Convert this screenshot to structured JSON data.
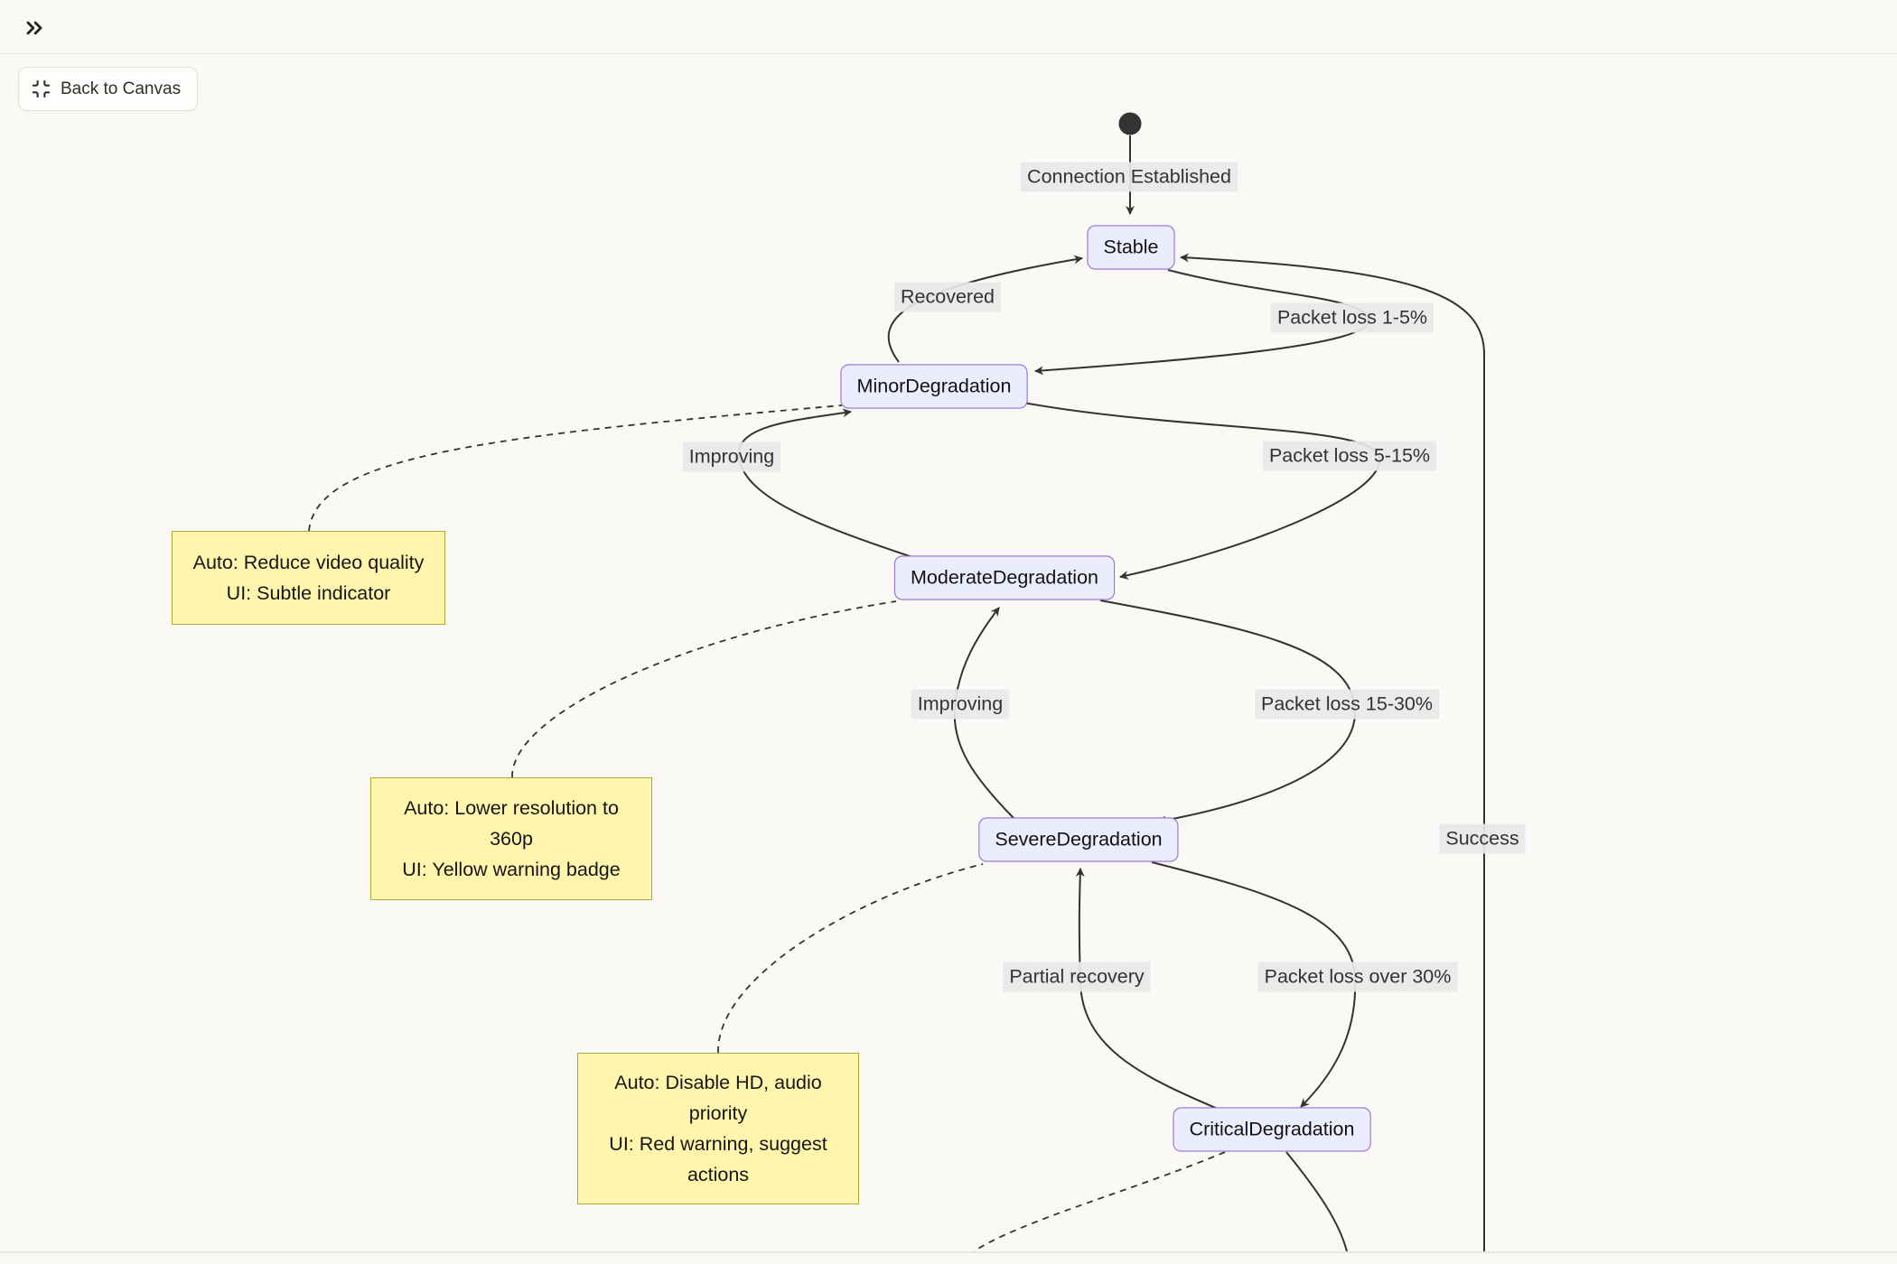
{
  "header": {
    "back_button_label": "Back to Canvas"
  },
  "icons": {
    "expand_sidebar": "chevrons-right",
    "back_button": "collapse-corners"
  },
  "diagram": {
    "type": "state-machine",
    "nodes": [
      {
        "id": "stable",
        "label": "Stable"
      },
      {
        "id": "minor",
        "label": "MinorDegradation"
      },
      {
        "id": "moderate",
        "label": "ModerateDegradation"
      },
      {
        "id": "severe",
        "label": "SevereDegradation"
      },
      {
        "id": "critical",
        "label": "CriticalDegradation"
      }
    ],
    "transitions": [
      {
        "from": "start",
        "to": "stable",
        "text": "Connection Established"
      },
      {
        "from": "minor",
        "to": "stable",
        "text": "Recovered"
      },
      {
        "from": "stable",
        "to": "minor",
        "text": "Packet loss 1-5%"
      },
      {
        "from": "moderate",
        "to": "minor",
        "text": "Improving"
      },
      {
        "from": "minor",
        "to": "moderate",
        "text": "Packet loss 5-15%"
      },
      {
        "from": "severe",
        "to": "moderate",
        "text": "Improving"
      },
      {
        "from": "moderate",
        "to": "severe",
        "text": "Packet loss 15-30%"
      },
      {
        "from": "offscreen",
        "to": "stable",
        "text": "Success"
      },
      {
        "from": "critical",
        "to": "severe",
        "text": "Partial recovery"
      },
      {
        "from": "severe",
        "to": "critical",
        "text": "Packet loss over 30%"
      }
    ],
    "notes": [
      {
        "attached_to": "minor",
        "lines": [
          "Auto: Reduce video quality",
          "UI: Subtle indicator"
        ]
      },
      {
        "attached_to": "moderate",
        "lines": [
          "Auto: Lower resolution to 360p",
          "UI: Yellow warning badge"
        ]
      },
      {
        "attached_to": "severe",
        "lines": [
          "Auto: Disable HD, audio priority",
          "UI: Red warning, suggest actions"
        ]
      }
    ],
    "colors": {
      "background": "#FAF9F5",
      "node_fill": "#ECECFF",
      "node_border": "#9370DB",
      "edge": "#333333",
      "edge_label_bg": "#E8E8E8",
      "note_fill": "#FFF5AD",
      "note_border": "#AAAA33"
    }
  }
}
